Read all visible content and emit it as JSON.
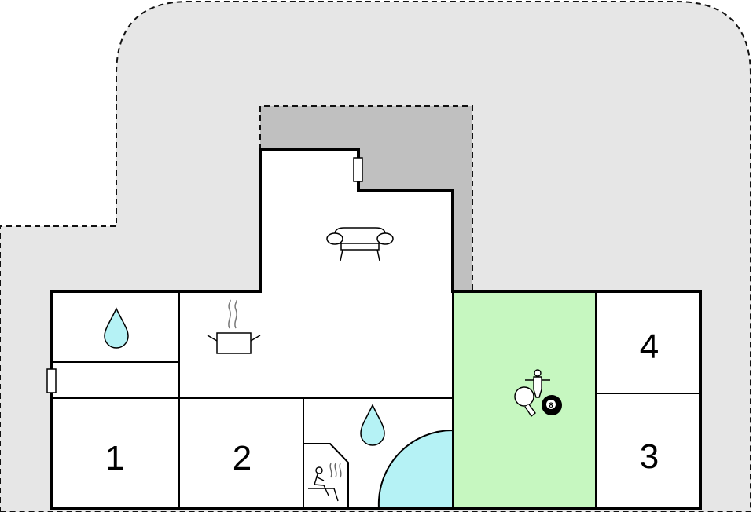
{
  "floorplan": {
    "colors": {
      "outdoor_area": "#e6e6e6",
      "covered_terrace": "#c0c0c0",
      "game_room": "#c6f7c0",
      "water": "#b5f2f5",
      "walls": "#000000"
    },
    "rooms": [
      {
        "id": "bedroom-1",
        "label": "1"
      },
      {
        "id": "bedroom-2",
        "label": "2"
      },
      {
        "id": "bedroom-3",
        "label": "3"
      },
      {
        "id": "bedroom-4",
        "label": "4"
      }
    ],
    "icons": {
      "living_room": "sofa-icon",
      "kitchen": "cooking-pot-icon",
      "bathroom": "water-drop-icon",
      "wellness": "water-drop-icon",
      "pool": "whirlpool-icon",
      "sauna": "sauna-icon",
      "game_room": [
        "table-football-icon",
        "table-tennis-icon",
        "billiard-ball-icon"
      ]
    },
    "billiard_ball_label": "8"
  }
}
